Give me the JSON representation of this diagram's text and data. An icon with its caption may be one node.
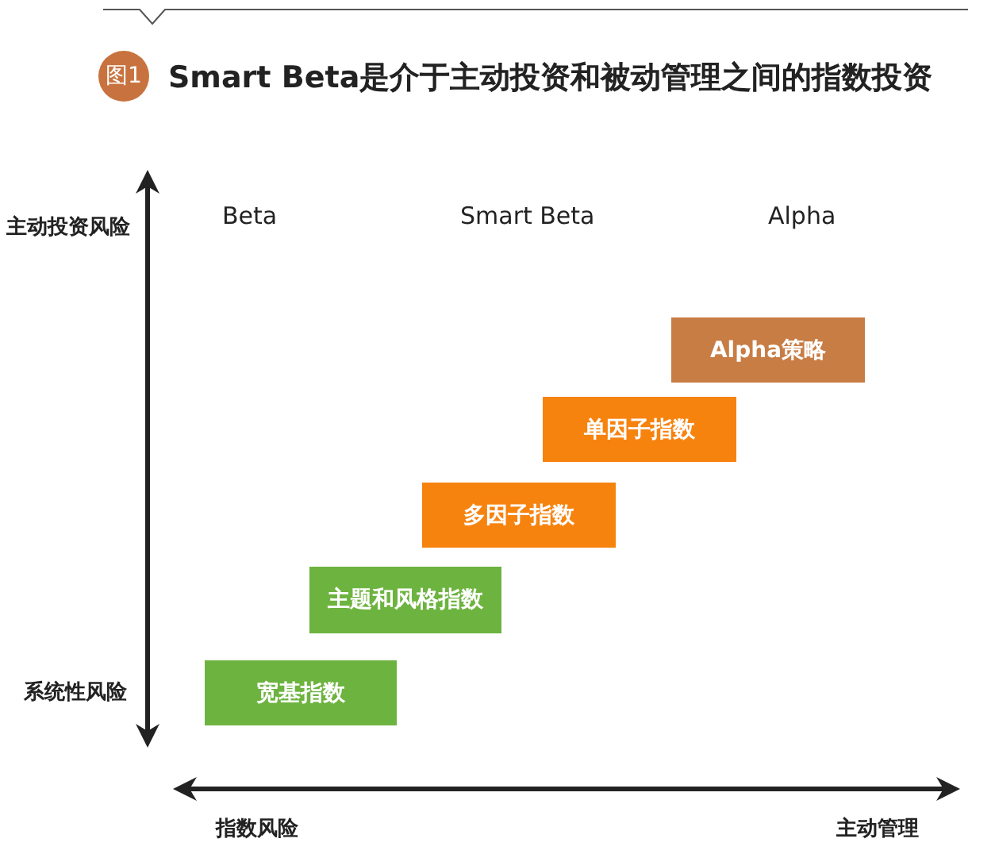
{
  "diagram": {
    "title": "Smart Beta是介于主动投资和被动管理之间的指数投资",
    "nodes": [
      {
        "text": [
          "图1"
        ]
      },
      {
        "text": [
          "Alpha策略"
        ]
      },
      {
        "text": [
          "单因子指数"
        ]
      },
      {
        "text": [
          "多因子指数"
        ]
      },
      {
        "text": [
          "主题和风格指数"
        ]
      },
      {
        "text": [
          "宽基指数"
        ]
      }
    ],
    "labels": [
      "主动投资风险",
      "Beta",
      "Smart Beta",
      "Alpha",
      "系统性风险",
      "指数风险",
      "主动管理"
    ]
  }
}
